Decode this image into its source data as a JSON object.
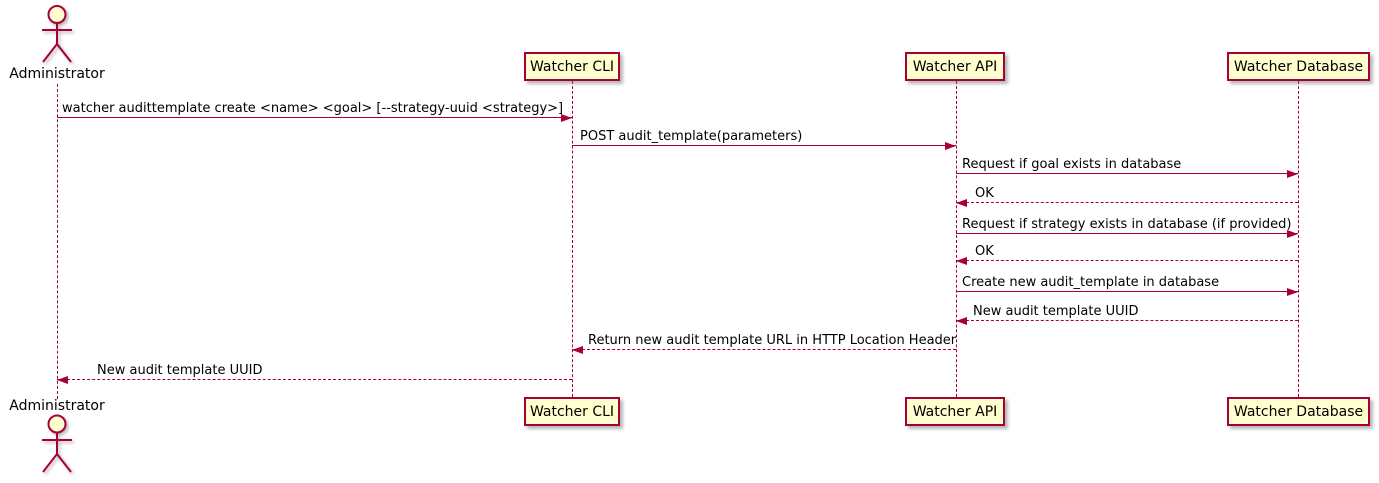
{
  "participants": [
    {
      "name": "Administrator",
      "type": "actor"
    },
    {
      "name": "Watcher CLI",
      "type": "participant"
    },
    {
      "name": "Watcher API",
      "type": "participant"
    },
    {
      "name": "Watcher Database",
      "type": "participant"
    }
  ],
  "messages": [
    {
      "from": "Administrator",
      "to": "Watcher CLI",
      "text": "watcher audittemplate create <name> <goal> [--strategy-uuid <strategy>]",
      "line": "solid"
    },
    {
      "from": "Watcher CLI",
      "to": "Watcher API",
      "text": "POST audit_template(parameters)",
      "line": "solid"
    },
    {
      "from": "Watcher API",
      "to": "Watcher Database",
      "text": "Request if goal exists in database",
      "line": "solid"
    },
    {
      "from": "Watcher Database",
      "to": "Watcher API",
      "text": "OK",
      "line": "dashed"
    },
    {
      "from": "Watcher API",
      "to": "Watcher Database",
      "text": "Request if strategy exists in database (if provided)",
      "line": "solid"
    },
    {
      "from": "Watcher Database",
      "to": "Watcher API",
      "text": "OK",
      "line": "dashed"
    },
    {
      "from": "Watcher API",
      "to": "Watcher Database",
      "text": "Create new audit_template in database",
      "line": "solid"
    },
    {
      "from": "Watcher Database",
      "to": "Watcher API",
      "text": "New audit template UUID",
      "line": "dashed"
    },
    {
      "from": "Watcher API",
      "to": "Watcher CLI",
      "text": "Return new audit template URL in HTTP Location Header",
      "line": "dashed"
    },
    {
      "from": "Watcher CLI",
      "to": "Administrator",
      "text": "New audit template UUID",
      "line": "dashed"
    }
  ],
  "colors": {
    "accent": "#A80036",
    "participant_fill": "#FEFECE",
    "text": "#000000",
    "background": "#FFFFFF"
  }
}
